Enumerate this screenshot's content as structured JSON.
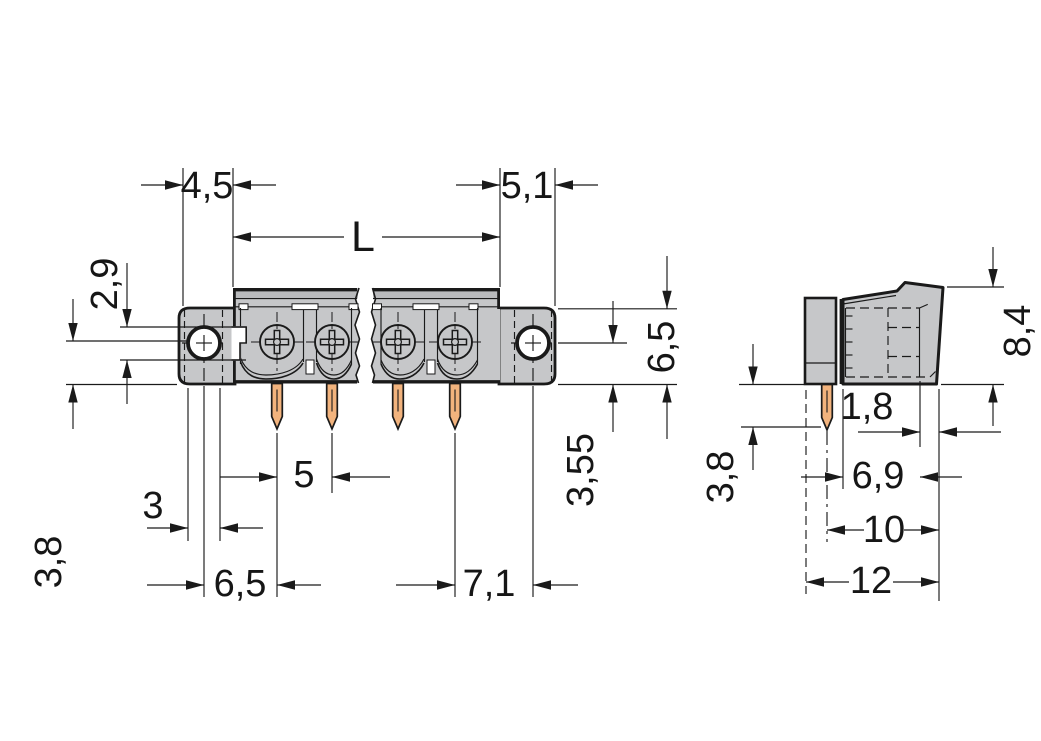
{
  "drawing": {
    "type": "dimensional-drawing",
    "front": {
      "dims": {
        "offset_left": "4,5",
        "length": "L",
        "offset_right": "5,1",
        "notch_height": "2,9",
        "center_to_bottom_left": "3,8",
        "hole_dia": "3",
        "pin_pitch": "5",
        "hole_to_pin": "6,5",
        "pin_to_hole": "7,1",
        "flange_height": "6,5",
        "hole_height": "3,55"
      }
    },
    "side": {
      "dims": {
        "height": "8,4",
        "wall": "1,8",
        "pin_length": "3,8",
        "depth_inner": "6,9",
        "depth_pin": "10",
        "depth_total": "12"
      }
    },
    "colors": {
      "housing": "#c6c7c9",
      "housing_band": "#b9babc",
      "pin": "#f2b37d",
      "line": "#1a1a1a",
      "hole": "#ffffff"
    }
  }
}
